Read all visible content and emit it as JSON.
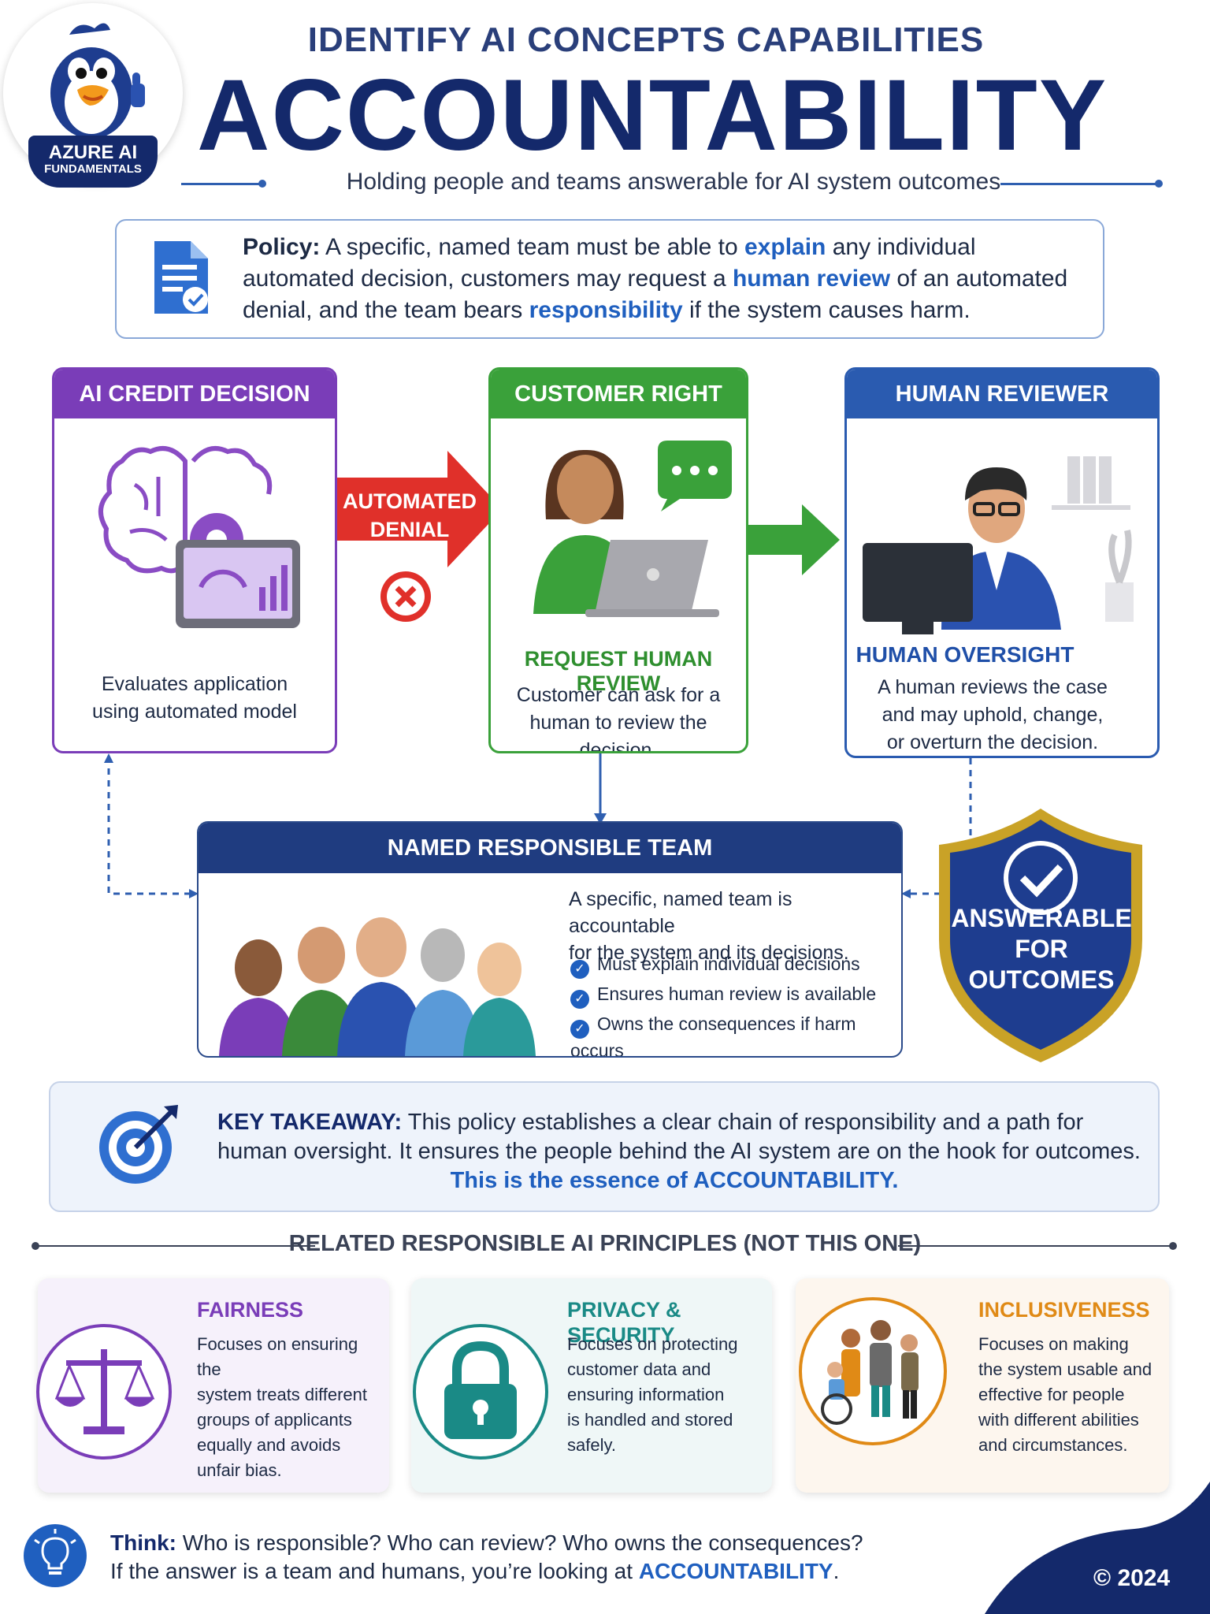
{
  "header": {
    "badge_line1": "AZURE AI",
    "badge_line2": "FUNDAMENTALS",
    "pretitle": "IDENTIFY AI CONCEPTS CAPABILITIES",
    "title": "ACCOUNTABILITY",
    "subtitle": "Holding people and teams answerable for AI system outcomes"
  },
  "policy": {
    "label": "Policy:",
    "part1": " A specific, named team must be able to ",
    "hl1": "explain",
    "part2": " any individual automated decision, customers may request a ",
    "hl2": "human review",
    "part3": " of an automated denial, and the team bears ",
    "hl3": "responsibility",
    "part4": " if the system causes harm."
  },
  "flow": {
    "card1": {
      "title": "AI CREDIT DECISION SYSTEM",
      "text_line1": "Evaluates application",
      "text_line2": "using automated model"
    },
    "arrow_label_line1": "AUTOMATED",
    "arrow_label_line2": "DENIAL",
    "card2": {
      "title": "CUSTOMER RIGHT",
      "subtitle": "REQUEST HUMAN REVIEW",
      "text_line1": "Customer can ask for a",
      "text_line2": "human to review the decision."
    },
    "card3": {
      "title": "HUMAN REVIEWER",
      "subtitle": "HUMAN OVERSIGHT",
      "text_line1": "A human reviews the case",
      "text_line2": "and may uphold, change,",
      "text_line3": "or overturn the decision."
    }
  },
  "team": {
    "title": "NAMED RESPONSIBLE TEAM",
    "desc_line1": "A specific, named team is accountable",
    "desc_line2": "for the system and its decisions.",
    "checks": [
      "Must explain individual decisions",
      "Ensures human review is available",
      "Owns the consequences if harm occurs"
    ]
  },
  "shield": {
    "line1": "ANSWERABLE",
    "line2": "FOR",
    "line3": "OUTCOMES"
  },
  "takeaway": {
    "label": "KEY TAKEAWAY:",
    "text": " This policy establishes a clear chain of responsibility and a path for human oversight. It ensures the people behind the AI system are on the hook for outcomes.",
    "final": "This is the essence of ACCOUNTABILITY."
  },
  "related": {
    "title": "RELATED RESPONSIBLE AI PRINCIPLES (NOT THIS ONE)",
    "items": [
      {
        "title": "FAIRNESS",
        "lines": [
          "Focuses on ensuring the",
          "system treats different",
          "groups of applicants",
          "equally and avoids",
          "unfair bias."
        ],
        "color": "#7a3db8"
      },
      {
        "title": "PRIVACY & SECURITY",
        "lines": [
          "Focuses on protecting",
          "customer data and",
          "ensuring information",
          "is handled and stored",
          "safely."
        ],
        "color": "#1a8a86"
      },
      {
        "title": "INCLUSIVENESS",
        "lines": [
          "Focuses on making",
          "the system usable and",
          "effective for people",
          "with different abilities",
          "and circumstances."
        ],
        "color": "#e08a16"
      }
    ]
  },
  "think": {
    "label": "Think:",
    "line1": " Who is responsible? Who can review? Who owns the consequences?",
    "line2a": "If the answer is a team and humans, you’re looking at ",
    "line2b": "ACCOUNTABILITY",
    "line2c": "."
  },
  "copyright": "© 2024",
  "colors": {
    "navy": "#14296b",
    "accent_blue": "#1f5fbf",
    "purple": "#7a3db8",
    "green": "#3aa13a",
    "red": "#e0302a",
    "teal": "#1a8a86",
    "orange": "#e08a16",
    "gold": "#c9a227"
  },
  "icons": [
    "mascot-penguin",
    "document-check-icon",
    "brain-gear-icon",
    "monitor-gauge-icon",
    "close-x-icon",
    "chat-bubble-icon",
    "laptop-icon",
    "reviewer-computer-icon",
    "team-people-icon",
    "shield-check-icon",
    "target-icon",
    "scales-icon",
    "lock-icon",
    "diverse-people-icon",
    "lightbulb-icon"
  ]
}
